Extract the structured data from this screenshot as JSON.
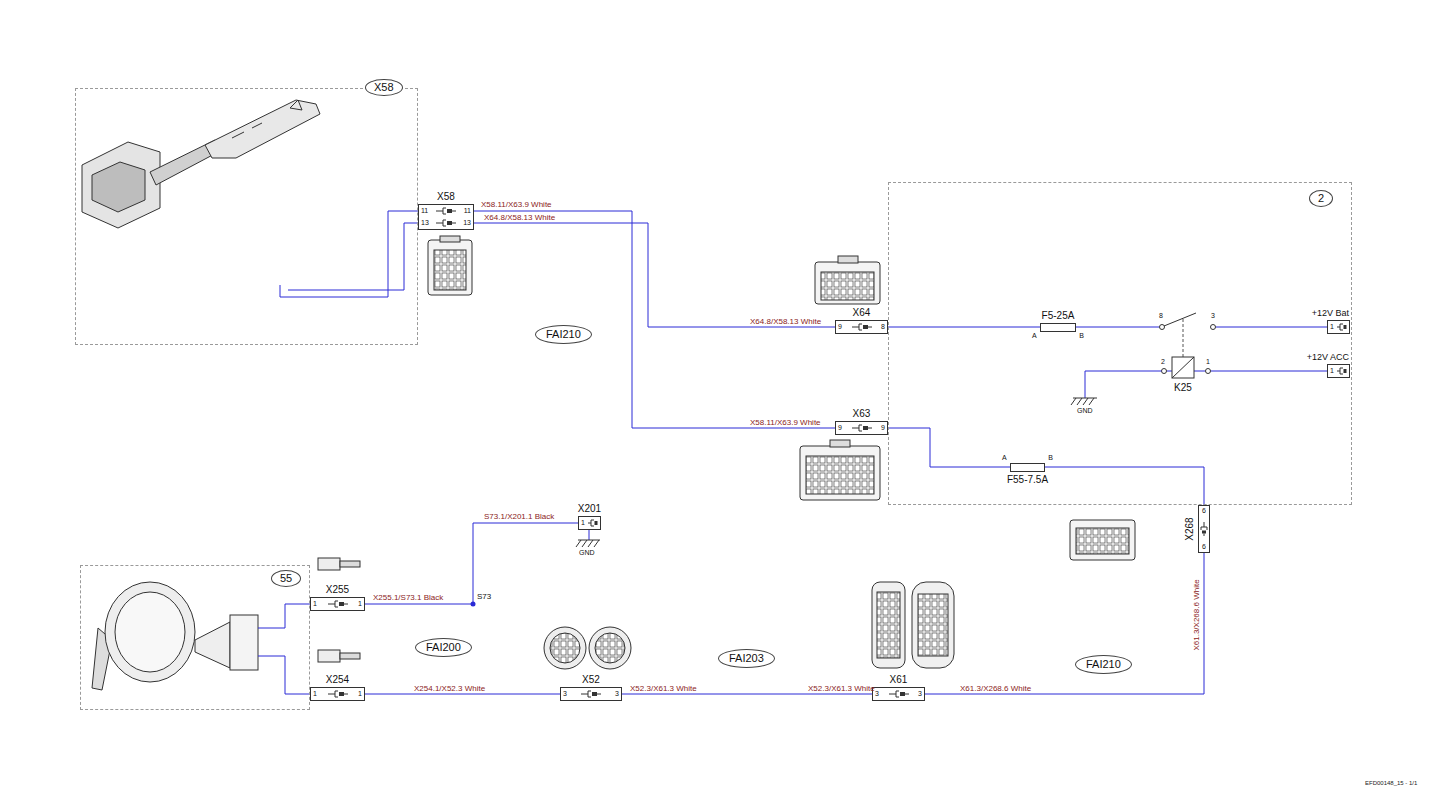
{
  "diagram": {
    "nodes": [
      {
        "text": [
          "X58"
        ]
      },
      {
        "text": [
          "X58",
          "11",
          "11",
          "13",
          "13"
        ]
      },
      {
        "text": [
          "X64",
          "9",
          "8"
        ]
      },
      {
        "text": [
          "FAI210"
        ]
      },
      {
        "text": [
          "X63",
          "9",
          "9"
        ]
      },
      {
        "text": [
          "2"
        ]
      },
      {
        "text": [
          "F5-25A",
          "A",
          "B"
        ],
        "in": 5
      },
      {
        "text": [
          "K25",
          "8",
          "3",
          "2",
          "1"
        ],
        "in": 5
      },
      {
        "text": [
          "+12V Bat",
          "1"
        ],
        "in": 5
      },
      {
        "text": [
          "+12V ACC",
          "1"
        ],
        "in": 5
      },
      {
        "text": [
          "F55-7.5A",
          "A",
          "B"
        ],
        "in": 5
      },
      {
        "text": [
          "X201",
          "1"
        ]
      },
      {
        "text": [
          "X268",
          "6",
          "6"
        ]
      },
      {
        "text": [
          "55"
        ]
      },
      {
        "text": [
          "X255",
          "1",
          "1"
        ]
      },
      {
        "text": [
          "FAI200"
        ]
      },
      {
        "text": [
          "FAI203"
        ]
      },
      {
        "text": [
          "FAI210"
        ]
      },
      {
        "text": [
          "X254",
          "1",
          "1"
        ]
      },
      {
        "text": [
          "X52",
          "3",
          "3"
        ]
      },
      {
        "text": [
          "X61",
          "3",
          "3"
        ]
      }
    ],
    "edges": [
      {
        "from": 1,
        "to": 4,
        "arrow": "none",
        "label": "X58.11/X63.9 White"
      },
      {
        "from": 1,
        "to": 2,
        "arrow": "none",
        "label": "X64.8/X58.13 White"
      },
      {
        "from": 2,
        "to": 6,
        "arrow": "none"
      },
      {
        "from": 6,
        "to": 7,
        "arrow": "none"
      },
      {
        "from": 7,
        "to": 8,
        "arrow": "none"
      },
      {
        "from": 7,
        "to": 9,
        "arrow": "none"
      },
      {
        "from": 4,
        "to": 10,
        "arrow": "none"
      },
      {
        "from": 10,
        "to": 12,
        "arrow": "none"
      },
      {
        "from": 12,
        "to": 20,
        "arrow": "none",
        "label": "X61.3/X268.6 White"
      },
      {
        "from": 20,
        "to": 19,
        "arrow": "none",
        "label": "X52.3/X61.3 White"
      },
      {
        "from": 19,
        "to": 18,
        "arrow": "none",
        "label": "X254.1/X52.3 White"
      },
      {
        "from": 14,
        "to": 11,
        "arrow": "none",
        "label": "X255.1/S73.1 Black"
      }
    ],
    "labels": [
      "X58.11/X63.9 White",
      "X64.8/X58.13 White",
      "GND",
      "X61.3/X268.6 White",
      "X52.3/X61.3 White",
      "S73.1/X201.1 Black",
      "S73",
      "GND",
      "EFD00148_15 - 1/1"
    ]
  }
}
